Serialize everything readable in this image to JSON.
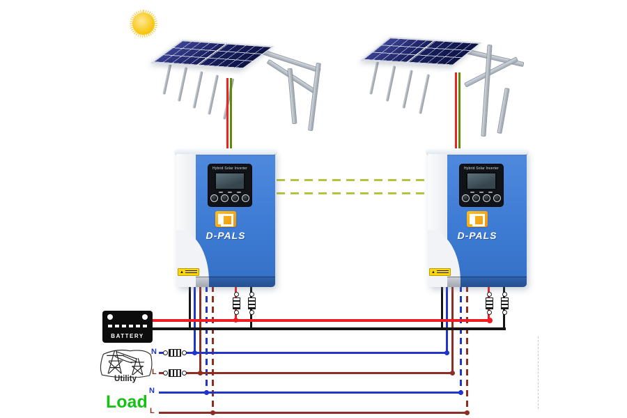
{
  "labels": {
    "battery": "BATTERY",
    "utility": "Utility",
    "load": "Load",
    "neutral": "N",
    "live": "L"
  },
  "inverter": {
    "brand": "D-PALS",
    "display_title": "Hybrid Solar Inverter"
  },
  "icons": [
    "sun-icon",
    "solar-array-left",
    "solar-array-right",
    "battery-icon",
    "utility-icon",
    "warning-sticker-icon",
    "dpals-logo-icon",
    "fuse-icon",
    "breaker-icon"
  ],
  "colors": {
    "inverter_blue": "#3e7bd4",
    "pv_positive_wire": "#ea231f",
    "pv_negative_wire": "#5e8b07",
    "battery_positive_wire": "#ee1c23",
    "battery_negative_wire": "#141414",
    "neutral_wire": "#2134cc",
    "live_wire": "#8e2d22",
    "parallel_comm_dash": "#b6c33f",
    "load_text": "#15c115",
    "logo_orange": "#f5a81c",
    "sun_yellow": "#f6c91c"
  }
}
